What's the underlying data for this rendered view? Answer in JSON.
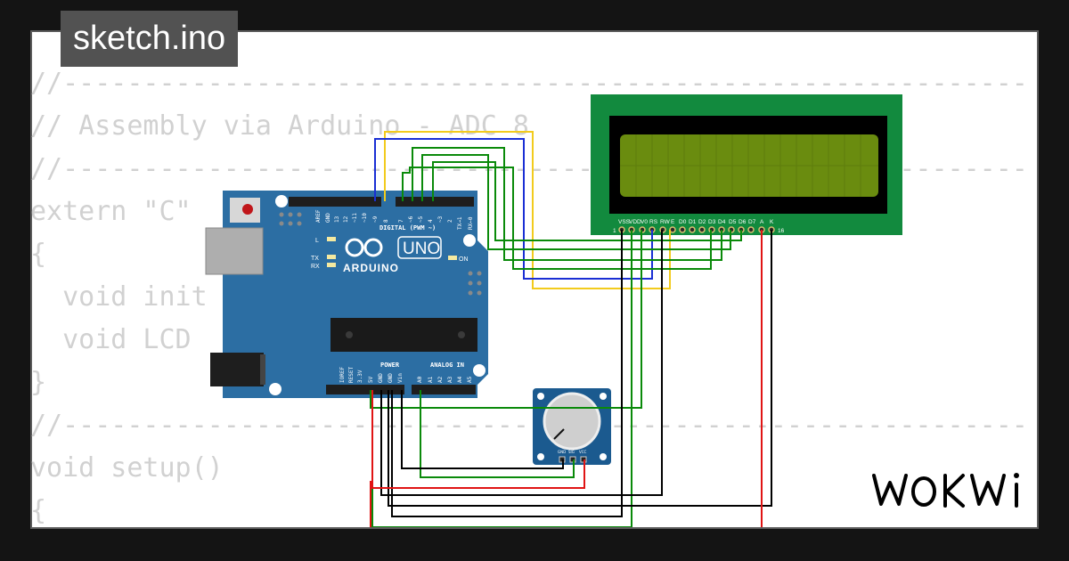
{
  "file_tab": {
    "label": "sketch.ino"
  },
  "code": {
    "lines": [
      "//------------------------------------------------------------",
      "// Assembly via Arduino - ADC 8",
      "//------------------------------------------------------------",
      "extern \"C\"",
      "{",
      "  void init",
      "  void LCD",
      "}",
      "//------------------------------------------------------------",
      "void setup()",
      "{"
    ]
  },
  "arduino": {
    "brand": "ARDUINO",
    "model": "UNO",
    "header_digital": "DIGITAL (PWM ~)",
    "header_power": "POWER",
    "header_analog": "ANALOG IN",
    "pins_top": [
      "AREF",
      "GND",
      "13",
      "12",
      "~11",
      "~10",
      "~9",
      "8",
      "7",
      "~6",
      "~5",
      "4",
      "~3",
      "2",
      "TX→1",
      "RX←0"
    ],
    "pins_power": [
      "IOREF",
      "RESET",
      "3.3V",
      "5V",
      "GND",
      "GND",
      "Vin"
    ],
    "pins_analog": [
      "A0",
      "A1",
      "A2",
      "A3",
      "A4",
      "A5"
    ],
    "led_labels": [
      "L",
      "TX",
      "RX"
    ],
    "on_label": "ON"
  },
  "lcd": {
    "pin_labels": [
      "VSS",
      "VDD",
      "V0",
      "RS",
      "RW",
      "E",
      "D0",
      "D1",
      "D2",
      "D3",
      "D4",
      "D5",
      "D6",
      "D7",
      "A",
      "K"
    ],
    "first_pin": "1",
    "last_pin": "16",
    "colors": {
      "board": "#128a3e",
      "bezel": "#000000",
      "screen": "#6a8c0f"
    }
  },
  "potentiometer": {
    "pin_labels": [
      "GND",
      "SIG",
      "VCC"
    ]
  },
  "wire_colors": {
    "yellow": "#f2cb1d",
    "blue": "#1a2fd4",
    "green": "#0a8a0a",
    "black": "#000000",
    "red": "#e01414"
  },
  "logo": {
    "text": "WOKWi"
  }
}
